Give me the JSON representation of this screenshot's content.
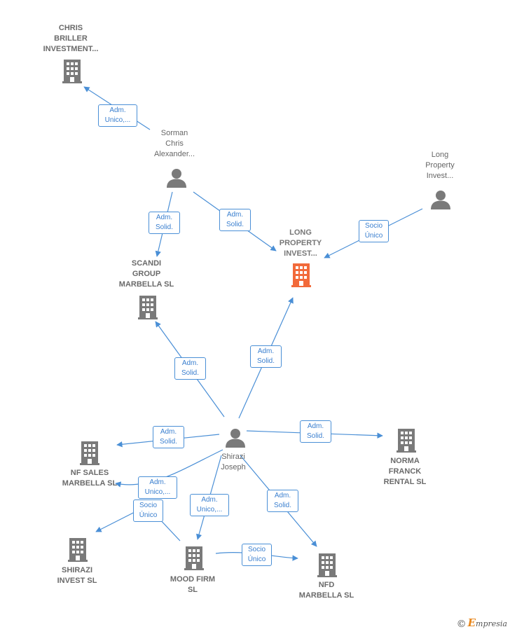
{
  "colors": {
    "edge": "#4a8fd6",
    "icon": "#7a7a7a",
    "highlight": "#f26a3a"
  },
  "nodes": {
    "chris_briller": {
      "label": "CHRIS\nBRILLER\nINVESTMENT...",
      "icon": "building-icon"
    },
    "sorman": {
      "label": "Sorman\nChris\nAlexander...",
      "icon": "person-icon"
    },
    "long_property_person": {
      "label": "Long\nProperty\nInvest...",
      "icon": "person-icon"
    },
    "long_property_company": {
      "label": "LONG\nPROPERTY\nINVEST...",
      "icon": "building-icon"
    },
    "scandi": {
      "label": "SCANDI\nGROUP\nMARBELLA  SL",
      "icon": "building-icon"
    },
    "shirazi_joseph": {
      "label": "Shirazi\nJoseph",
      "icon": "person-icon"
    },
    "nf_sales": {
      "label": "NF SALES\nMARBELLA  SL",
      "icon": "building-icon"
    },
    "norma_franck": {
      "label": "NORMA\nFRANCK\nRENTAL  SL",
      "icon": "building-icon"
    },
    "shirazi_invest": {
      "label": "SHIRAZI\nINVEST  SL",
      "icon": "building-icon"
    },
    "mood_firm": {
      "label": "MOOD FIRM\nSL",
      "icon": "building-icon"
    },
    "nfd_marbella": {
      "label": "NFD\nMARBELLA  SL",
      "icon": "building-icon"
    }
  },
  "edges": {
    "sorman_chris": "Adm.\nUnico,...",
    "sorman_scandi": "Adm.\nSolid.",
    "sorman_long": "Adm.\nSolid.",
    "longperson_long": "Socio\nÚnico",
    "shirazi_scandi": "Adm.\nSolid.",
    "shirazi_long": "Adm.\nSolid.",
    "shirazi_nfsales": "Adm.\nSolid.",
    "shirazi_norma": "Adm.\nSolid.",
    "shirazi_nfsales2": "Adm.\nUnico,...",
    "mood_shirazi_invest": "Socio\nÚnico",
    "shirazi_mood": "Adm.\nUnico,...",
    "shirazi_nfd": "Adm.\nSolid.",
    "mood_nfd": "Socio\nÚnico"
  },
  "brand": {
    "copyright": "©",
    "name": "mpresia",
    "initial": "E"
  }
}
